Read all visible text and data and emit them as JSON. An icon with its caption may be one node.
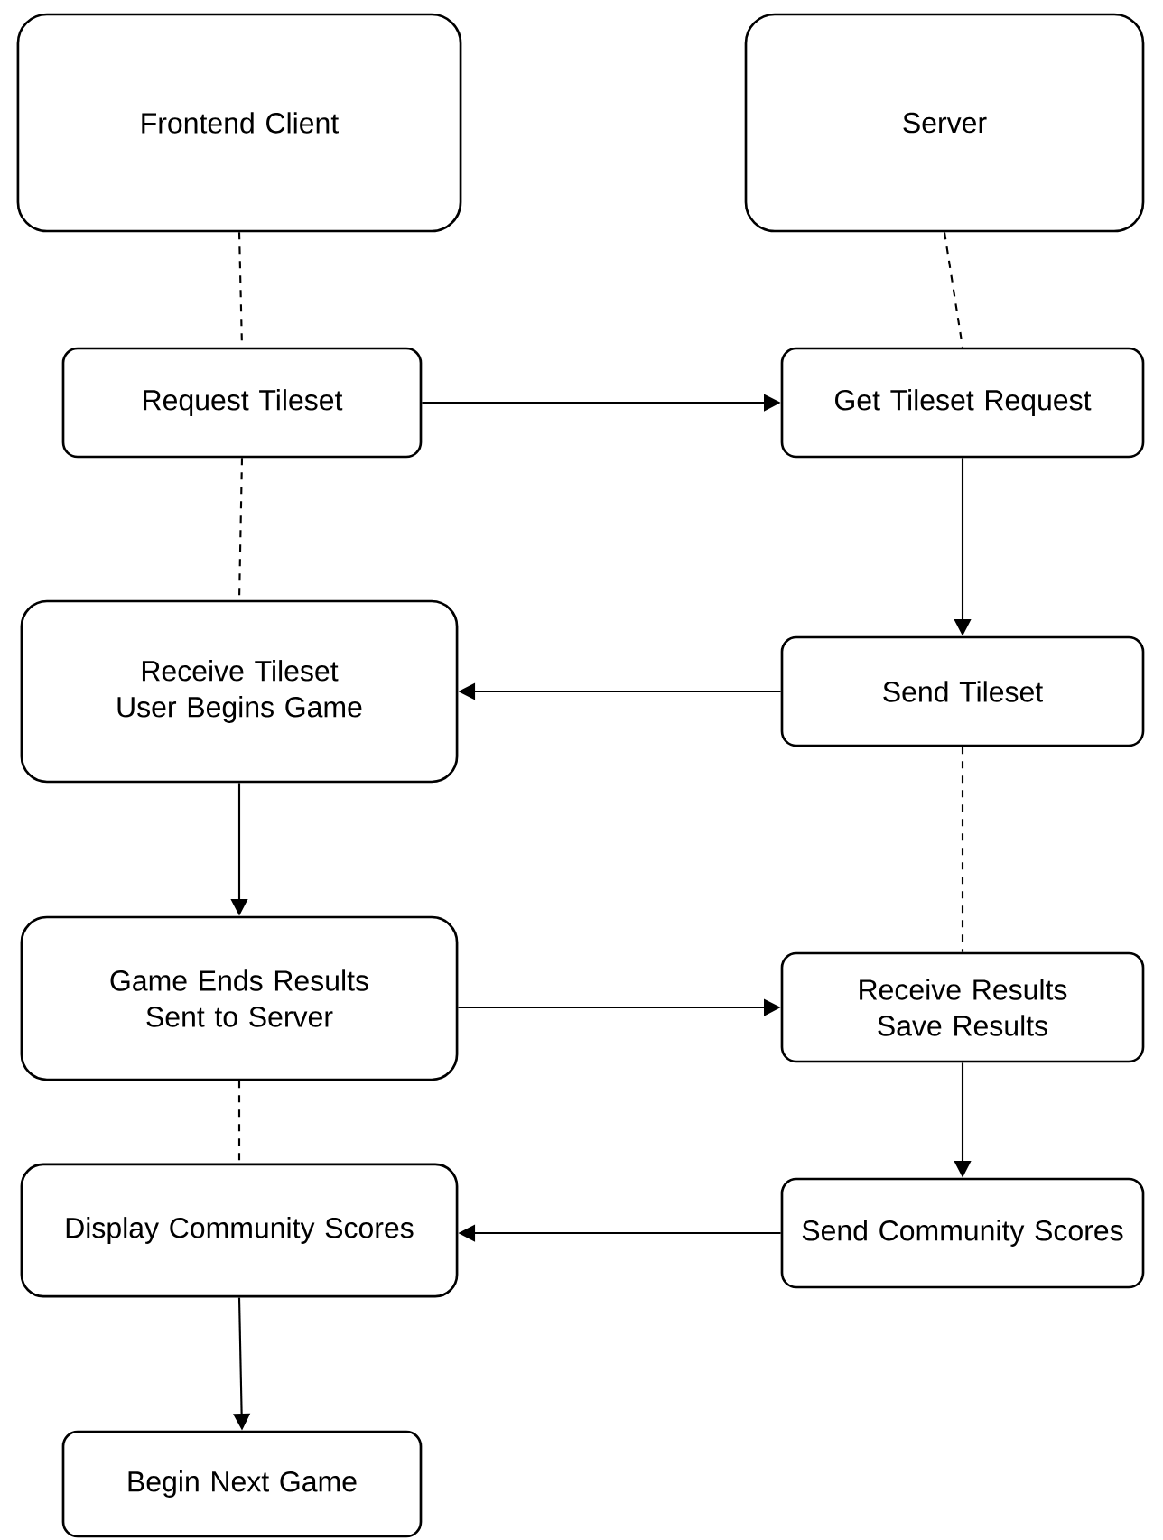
{
  "diagram": {
    "nodes": [
      {
        "text": [
          "Frontend Client"
        ]
      },
      {
        "text": [
          "Server"
        ]
      },
      {
        "text": [
          "Request Tileset"
        ]
      },
      {
        "text": [
          "Get Tileset Request"
        ]
      },
      {
        "text": [
          "Receive Tileset User Begins Game"
        ]
      },
      {
        "text": [
          "Send Tileset"
        ]
      },
      {
        "text": [
          "Game Ends Results Sent to Server"
        ]
      },
      {
        "text": [
          "Receive Results Save Results"
        ]
      },
      {
        "text": [
          "Display Community Scores"
        ]
      },
      {
        "text": [
          "Send Community Scores"
        ]
      },
      {
        "text": [
          "Begin Next Game"
        ]
      }
    ],
    "edges": [
      {
        "from": 0,
        "to": 2,
        "arrow": "none",
        "style": "dashed"
      },
      {
        "from": 1,
        "to": 3,
        "arrow": "none",
        "style": "dashed"
      },
      {
        "from": 2,
        "to": 3,
        "arrow": "to"
      },
      {
        "from": 2,
        "to": 4,
        "arrow": "none",
        "style": "dashed"
      },
      {
        "from": 3,
        "to": 5,
        "arrow": "to"
      },
      {
        "from": 5,
        "to": 4,
        "arrow": "to"
      },
      {
        "from": 4,
        "to": 6,
        "arrow": "to"
      },
      {
        "from": 5,
        "to": 7,
        "arrow": "none",
        "style": "dashed"
      },
      {
        "from": 6,
        "to": 7,
        "arrow": "to"
      },
      {
        "from": 6,
        "to": 8,
        "arrow": "none",
        "style": "dashed"
      },
      {
        "from": 7,
        "to": 9,
        "arrow": "to"
      },
      {
        "from": 9,
        "to": 8,
        "arrow": "to"
      },
      {
        "from": 8,
        "to": 10,
        "arrow": "to"
      }
    ]
  }
}
